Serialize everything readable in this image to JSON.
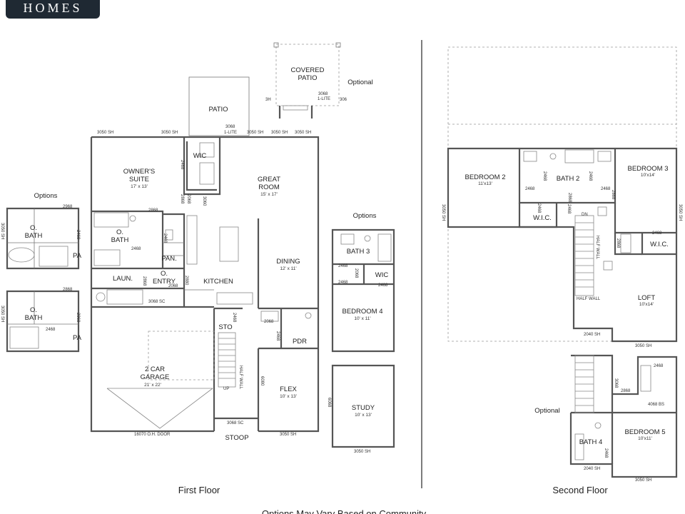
{
  "brand": {
    "wordmark": "HOMES"
  },
  "first_floor": {
    "caption": "First Floor",
    "rooms": {
      "covered_patio_1": "COVERED",
      "covered_patio_2": "PATIO",
      "optional_patio": "Optional",
      "patio": "PATIO",
      "wic": "WIC",
      "owners_suite_1": "OWNER'S",
      "owners_suite_2": "SUITE",
      "owners_suite_size": "17' x 13'",
      "great_room_1": "GREAT",
      "great_room_2": "ROOM",
      "great_room_size": "15' x 17'",
      "o_bath_1": "O.",
      "o_bath_2": "BATH",
      "pan": "PAN.",
      "laun": "LAUN.",
      "entry_1": "O.",
      "entry_2": "ENTRY",
      "kitchen": "KITCHEN",
      "dining": "DINING",
      "dining_size": "12' x 11'",
      "sto": "STO",
      "pdr": "PDR",
      "garage_1": "2 CAR",
      "garage_2": "GARAGE",
      "garage_size": "21' x 22'",
      "flex": "FLEX",
      "flex_size": "10' x 13'",
      "stoop": "STOOP",
      "up": "UP",
      "half_wall": "HALF WALL"
    },
    "codes": {
      "c3050sh_a": "3050 SH",
      "c3050sh_b": "3050 SH",
      "c3068_1lite_a": "3068",
      "c3068_1lite_b": "1-LITE",
      "c3050sh_c": "3050 SH",
      "c3050sh_d": "3050 SH",
      "c3050sh_e": "3050 SH",
      "c2468_a": "2468",
      "c2868_a": "2868",
      "c2068_a": "2068",
      "c3060": "3060",
      "c2868_b": "2868",
      "c2468_b": "2468",
      "c2468_c": "2468",
      "c2868_c": "2868",
      "c2068_b": "2068",
      "c2880": "2880",
      "c3068sc_a": "3068 SC",
      "c2468_d": "2468",
      "c2068_c": "2068",
      "c2468_e": "2468",
      "c6080": "6080",
      "c3068sc_b": "3068 SC",
      "c16070": "16070 O.H. DOOR",
      "c3050sh_f": "3050 SH",
      "cp_3068": "3068",
      "cp_1lite": "1-LITE",
      "cp_3h": "3H",
      "cp_306": "306"
    }
  },
  "options_left": {
    "title": "Options",
    "bath_1": "O.",
    "bath_2": "BATH",
    "pa": "PA",
    "c2968": "2968",
    "c2468": "2468",
    "c2868": "2868",
    "bath2_1": "O.",
    "bath2_2": "BATH",
    "pa2": "PA",
    "c2868b": "2868",
    "c2468b": "2468",
    "c2968b": "2968",
    "side_a": "3050 SH",
    "side_b": "3050 SH"
  },
  "options_right": {
    "title": "Options",
    "bath3": "BATH 3",
    "wic": "WIC",
    "bedroom4": "BEDROOM 4",
    "bedroom4_size": "10' x 11'",
    "study": "STUDY",
    "study_size": "10' x 13'",
    "c2468a": "2468",
    "c2068": "2068",
    "c2468b": "2468",
    "c2468c": "2468",
    "c6068": "6068",
    "c3050sh": "3050 SH"
  },
  "second_floor": {
    "caption": "Second Floor",
    "bedroom2": "BEDROOM 2",
    "bedroom2_size": "11'x13'",
    "bath2": "BATH 2",
    "bedroom3": "BEDROOM 3",
    "bedroom3_size": "10'x14'",
    "wic_a": "W.I.C.",
    "wic_b": "W.I.C.",
    "dn": "DN",
    "half_wall_a": "HALF WALL",
    "half_wall_b": "HALF WALL",
    "loft": "LOFT",
    "loft_size": "10'x14'",
    "c2468a": "2468",
    "c2468b": "2468",
    "c2468c": "2468",
    "c2468d": "2468",
    "c2868a": "2868",
    "c2468e": "2468",
    "c2868b": "2868",
    "c2468f": "2468",
    "c2468g": "2468",
    "c2868c": "2868",
    "c2040sh": "2040 SH",
    "c3050sh_a": "3050 SH",
    "side_left": "3050 SH",
    "side_right": "3050 SH",
    "optional": "Optional",
    "bedroom5": "BEDROOM 5",
    "bedroom5_size": "10'x11'",
    "bath4": "BATH 4",
    "c3068": "3068",
    "c2468h": "2468",
    "c2868d": "2868",
    "c4068bs": "4068 BS",
    "c2468i": "2468",
    "c2040sh_b": "2040 SH",
    "c3050sh_b": "3050 SH"
  },
  "footer": {
    "note": "Options May Vary Based on Community"
  }
}
